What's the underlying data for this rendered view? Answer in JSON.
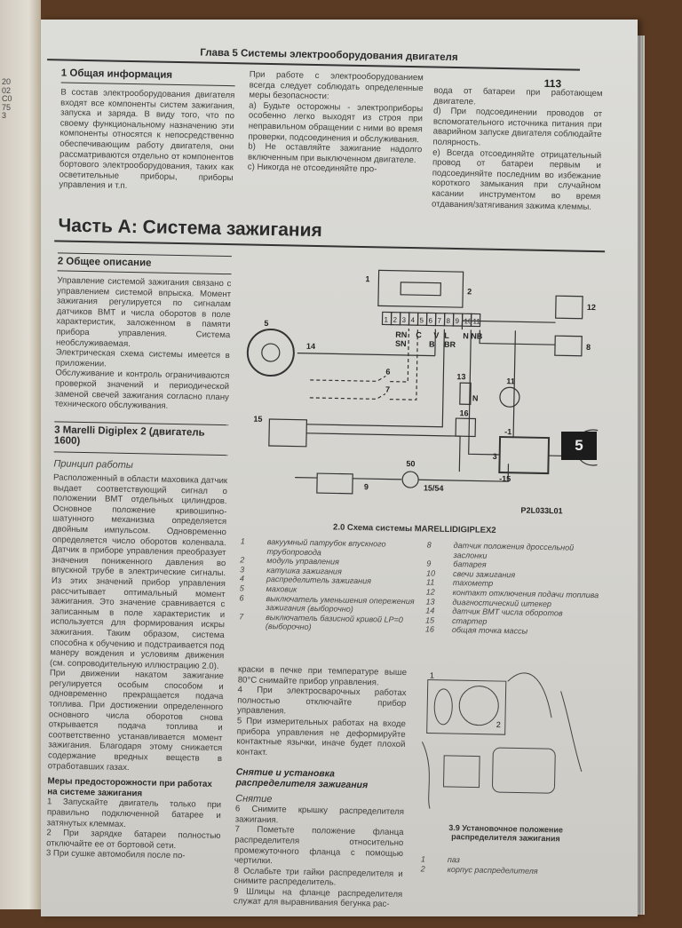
{
  "prev_page": {
    "margin_chars": "2002C0753"
  },
  "header": {
    "running_head": "Глава 5 Системы электрооборудования двигателя",
    "page_number": "113",
    "thumb_tab": "5"
  },
  "section1": {
    "title": "1  Общая информация",
    "body": "В состав электрооборудования двигателя входят все компоненты систем зажигания, запуска и заряда. В виду того, что по своему функциональному назначению эти компоненты относятся к непосредственно обеспечивающим работу двигателя, они рассматриваются отдельно от компонентов бортового электрооборудования, таких как осветительные приборы, приборы управления и т.п.",
    "col2_intro": "При работе с электрооборудованием всегда следует соблюдать определенные меры безопасности:",
    "col2_a": "a)   Будьте осторожны - электроприборы особенно легко выходят из строя при неправильном обращении с ними во время проверки, подсоединения и обслуживания.",
    "col2_b": "b)   Не оставляйте зажигание надолго включенным при выключенном двигателе.",
    "col2_c": "c)   Никогда не отсоединяйте про-",
    "col3_cont": "вода от батареи при работающем двигателе.",
    "col3_d": "d)   При подсоединении проводов от вспомогательного источника питания при аварийном запуске двигателя соблюдайте полярность.",
    "col3_e": "e)   Всегда отсоединяйте отрицательный провод от батареи первым и подсоединяйте последним во избежание короткого замыкания при случайном касании инструментом во время отдавания/затягивания зажима клеммы."
  },
  "part_a_title": "Часть А: Система зажигания",
  "section2": {
    "title": "2  Общее описание",
    "p1": "Управление системой зажигания связано с управлением системой впрыска. Момент зажигания регулируется по сигналам датчиков ВМТ и числа оборотов в поле характеристик, заложенном в памяти прибора управления. Система необслуживаемая.",
    "p2": "Электрическая схема системы имеется в приложении.",
    "p3": "Обслуживание и контроль ограничиваются проверкой значений и периодической заменой свечей зажигания согласно плану технического обслуживания."
  },
  "section3": {
    "title": "3  Marelli Digiplex 2 (двигатель 1600)",
    "subtitle": "Принцип работы",
    "p1": "Расположенный в области маховика датчик выдает соответствующий сигнал о положении ВМТ отдельных цилиндров. Основное положение кривошипно-шатунного механизма определяется двойным импульсом. Одновременно определяется число оборотов коленвала. Датчик в приборе управления преобразует значения пониженного давления во впускной трубе в электрические сигналы. Из этих значений прибор управления рассчитывает оптимальный момент зажигания. Это значение сравнивается с записанным в поле характеристик и используется для формирования искры зажигания. Таким образом, система способна к обучению и подстраивается под манеру вождения и условиям движения (см. сопроводительную иллюстрацию 2.0).",
    "p2": "При движении накатом зажигание регулируется особым способом и одновременно прекращается подача топлива. При достижении определенного основного числа оборотов снова открывается подача топлива и соответственно устанавливается момент зажигания. Благодаря этому снижается содержание вредных веществ в отработавших газах.",
    "precautions_title": "Меры предосторожности при работах на системе зажигания",
    "step1": "1   Запускайте двигатель только при правильно подключенной батарее и затянутых клеммах.",
    "step2": "2   При зарядке батареи полностью отключайте ее от бортовой сети.",
    "step3": "3   При сушке автомобиля после по-",
    "col2_cont": "краски в печке при температуре выше 80°C снимайте прибор управления.",
    "step4": "4   При электросварочных работах полностью отключайте прибор управления.",
    "step5": "5   При измерительных работах на входе прибора управления не деформируйте контактные язычки, иначе будет плохой контакт.",
    "removal_title": "Снятие и установка распределителя зажигания",
    "removal_sub": "Снятие",
    "step6": "6   Снимите крышку распределителя зажигания.",
    "step7": "7   Пометьте положение фланца распределителя относительно промежуточного фланца с помощью чертилки.",
    "step8": "8   Ослабьте три гайки распределителя и снимите распределитель.",
    "step9": "9   Шлицы на фланце распределителя служат для выравнивания бегунка рас-"
  },
  "figure_2_0": {
    "caption": "2.0 Схема системы MARELLIDIGIPLEX2",
    "code": "P2L033L01",
    "pins": [
      "1",
      "2",
      "3",
      "4",
      "5",
      "6",
      "7",
      "8",
      "9",
      "10",
      "11"
    ],
    "wire_labels": [
      "RN",
      "C",
      "V",
      "L",
      "N",
      "NB",
      "SN",
      "B",
      "BR",
      "N"
    ],
    "terminal_labels": [
      "50",
      "15/54",
      "-15",
      "-1"
    ],
    "legend": [
      {
        "n": "1",
        "text": "вакуумный патрубок впускного трубопровода"
      },
      {
        "n": "2",
        "text": "модуль управления"
      },
      {
        "n": "3",
        "text": "катушка зажигания"
      },
      {
        "n": "4",
        "text": "распределитель зажигания"
      },
      {
        "n": "5",
        "text": "маховик"
      },
      {
        "n": "6",
        "text": "выключатель уменьшения опережения  зажигания (выборочно)"
      },
      {
        "n": "7",
        "text": "выключатель базисной кривой LP=0 (выборочно)"
      },
      {
        "n": "8",
        "text": "датчик положения дроссельной заслонки"
      },
      {
        "n": "9",
        "text": "батарея"
      },
      {
        "n": "10",
        "text": "свечи зажигания"
      },
      {
        "n": "11",
        "text": "тахометр"
      },
      {
        "n": "12",
        "text": "контакт отключения подачи топлива"
      },
      {
        "n": "13",
        "text": "диагностический штекер"
      },
      {
        "n": "14",
        "text": "датчик ВМТ числа оборотов"
      },
      {
        "n": "15",
        "text": "стартер"
      },
      {
        "n": "16",
        "text": "общая точка массы"
      }
    ]
  },
  "figure_3_9": {
    "caption": "3.9 Установочное положение распределителя зажигания",
    "callouts": [
      "1",
      "2"
    ],
    "legend": [
      {
        "n": "1",
        "text": "паз"
      },
      {
        "n": "2",
        "text": "корпус распределителя"
      }
    ]
  }
}
